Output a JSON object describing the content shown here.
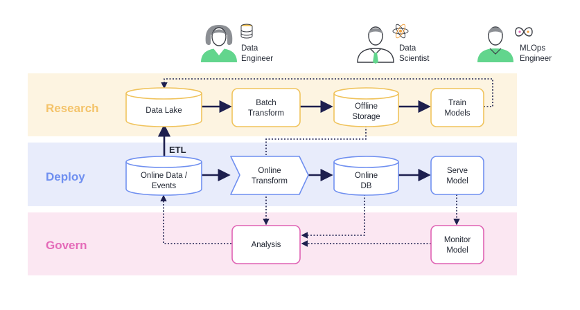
{
  "roles": {
    "data_engineer": {
      "line1": "Data",
      "line2": "Engineer"
    },
    "data_scientist": {
      "line1": "Data",
      "line2": "Scientist"
    },
    "mlops_engineer": {
      "line1": "MLOps",
      "line2": "Engineer"
    }
  },
  "lanes": {
    "research": {
      "label": "Research",
      "color": "#f5c76a",
      "bg": "#fdf4e1"
    },
    "deploy": {
      "label": "Deploy",
      "color": "#6f8ff0",
      "bg": "#e8ecfb"
    },
    "govern": {
      "label": "Govern",
      "color": "#e46ab8",
      "bg": "#fbe7f2"
    }
  },
  "nodes": {
    "data_lake": {
      "line1": "Data Lake"
    },
    "batch_transform": {
      "line1": "Batch",
      "line2": "Transform"
    },
    "offline_storage": {
      "line1": "Offline",
      "line2": "Storage"
    },
    "train_models": {
      "line1": "Train",
      "line2": "Models"
    },
    "online_data": {
      "line1": "Online Data /",
      "line2": "Events"
    },
    "online_transform": {
      "line1": "Online",
      "line2": "Transform"
    },
    "online_db": {
      "line1": "Online",
      "line2": "DB"
    },
    "serve_model": {
      "line1": "Serve",
      "line2": "Model"
    },
    "analysis": {
      "line1": "Analysis"
    },
    "monitor_model": {
      "line1": "Monitor",
      "line2": "Model"
    }
  },
  "edges": {
    "etl_label": "ETL"
  },
  "colors": {
    "arrow": "#1d1f4e",
    "research_stroke": "#f0c35c",
    "deploy_stroke": "#6f8ff0",
    "govern_stroke": "#df62b3",
    "avatar_green": "#62d58d",
    "avatar_gray": "#8c8f94"
  }
}
